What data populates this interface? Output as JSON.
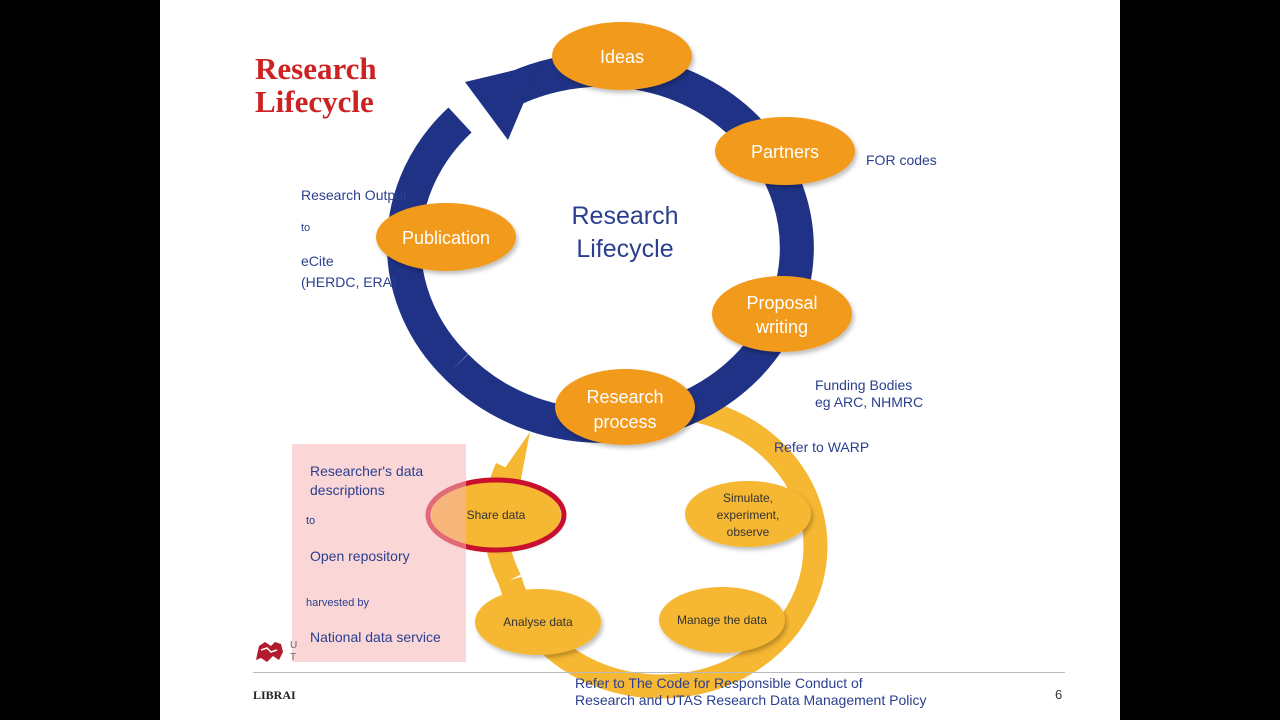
{
  "title": {
    "line1": "Research",
    "line2": "Lifecycle"
  },
  "center_label": {
    "line1": "Research",
    "line2": "Lifecycle"
  },
  "outer_cycle": {
    "ideas": "Ideas",
    "partners": "Partners",
    "proposal_line1": "Proposal",
    "proposal_line2": "writing",
    "research_process_line1": "Research",
    "research_process_line2": "process",
    "publication": "Publication"
  },
  "inner_cycle": {
    "simulate_line1": "Simulate,",
    "simulate_line2": "experiment,",
    "simulate_line3": "observe",
    "manage": "Manage the data",
    "analyse": "Analyse data",
    "share": "Share data"
  },
  "notes": {
    "for_codes": "FOR codes",
    "research_output": "Research Output",
    "to_1": "to",
    "ecite": "eCite",
    "herdc": "(HERDC, ERA)",
    "funding_line1": "Funding Bodies",
    "funding_line2": "eg ARC, NHMRC",
    "warp": "Refer to WARP",
    "descriptions_line1": "Researcher's data",
    "descriptions_line2": "descriptions",
    "to_2": "to",
    "open_repo": "Open repository",
    "harvested": "harvested by",
    "national": "National data service",
    "code_line1": "Refer to The Code for Responsible Conduct of",
    "code_line2": "Research and UTAS Research Data Management Policy"
  },
  "footer": {
    "library": "LIBRAI",
    "page": "6",
    "logo_letters": "U\nT"
  },
  "colors": {
    "outer_ring": "#1f3285",
    "inner_ring": "#f6b732",
    "bubble": "#f29a1c",
    "highlight": "#c8102e",
    "title": "#cc2222",
    "note": "#2a3f8f"
  }
}
